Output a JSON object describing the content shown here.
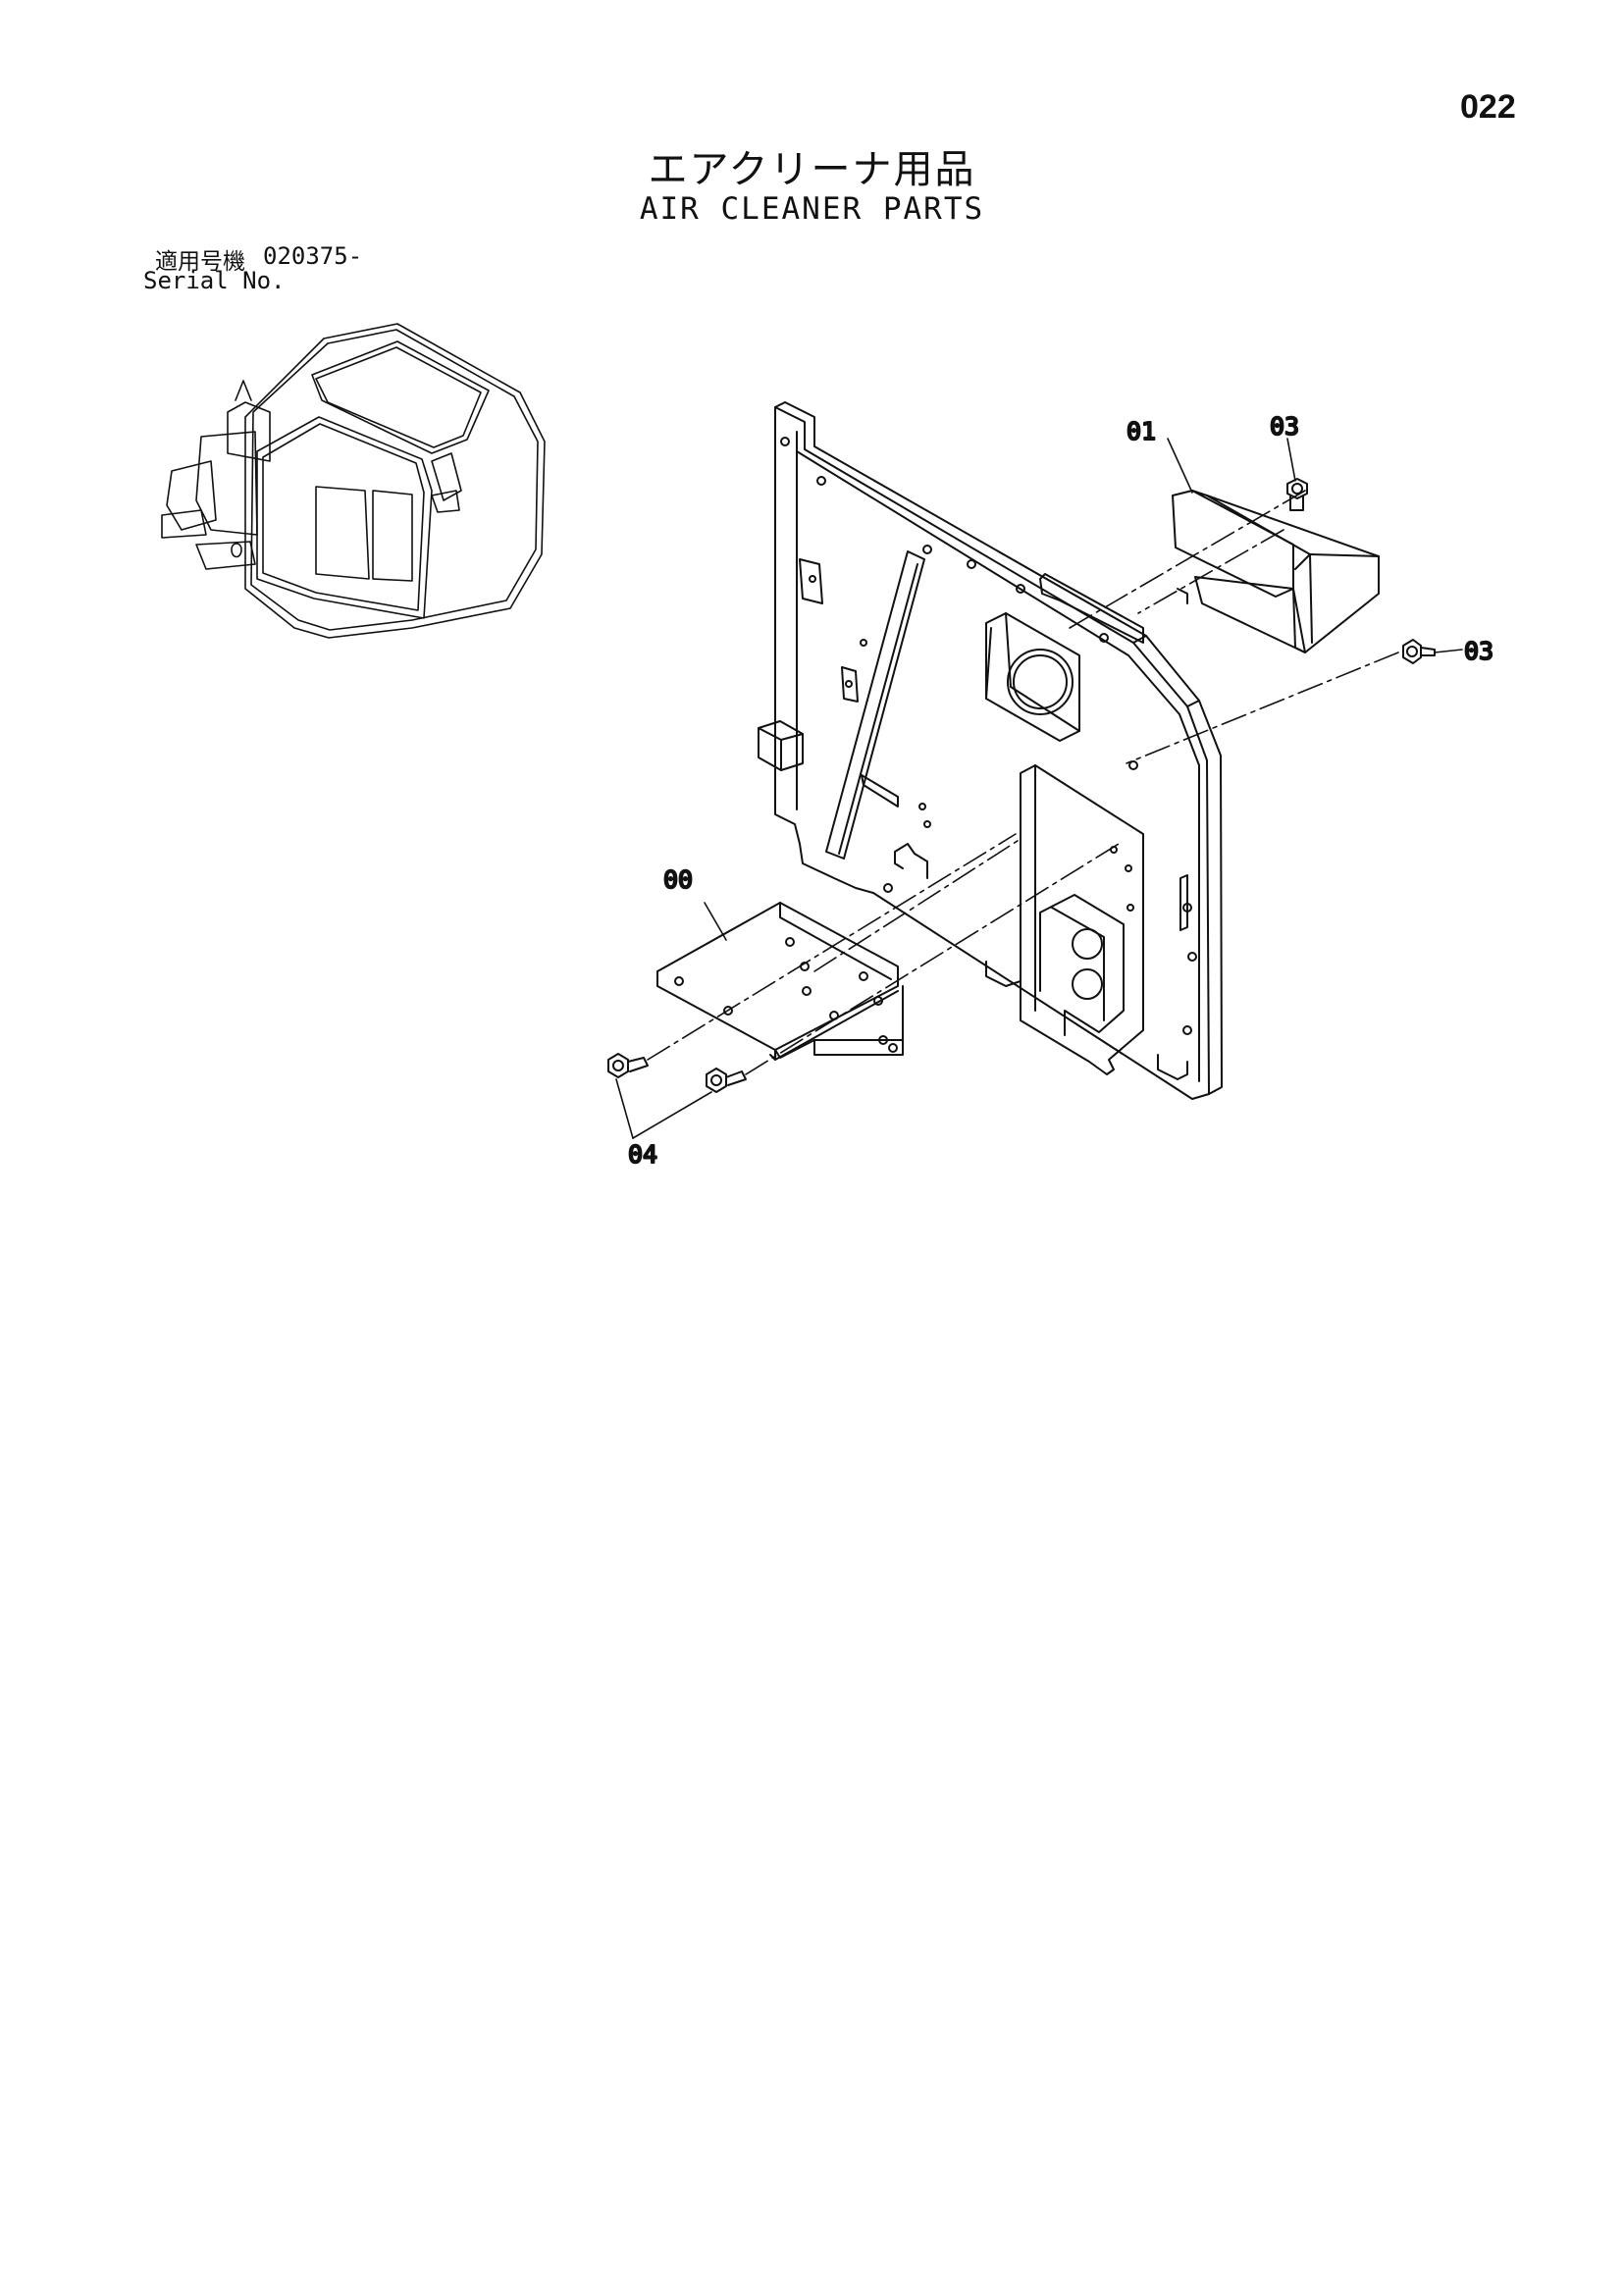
{
  "page_number": "022",
  "title_ja": "エアクリーナ用品",
  "title_en": "AIR CLEANER PARTS",
  "serial": {
    "label_ja": "適用号機",
    "value": "020375-",
    "label_en": "Serial No."
  },
  "callouts": {
    "c00": "00",
    "c01": "01",
    "c03a": "03",
    "c03b": "03",
    "c04": "04"
  }
}
